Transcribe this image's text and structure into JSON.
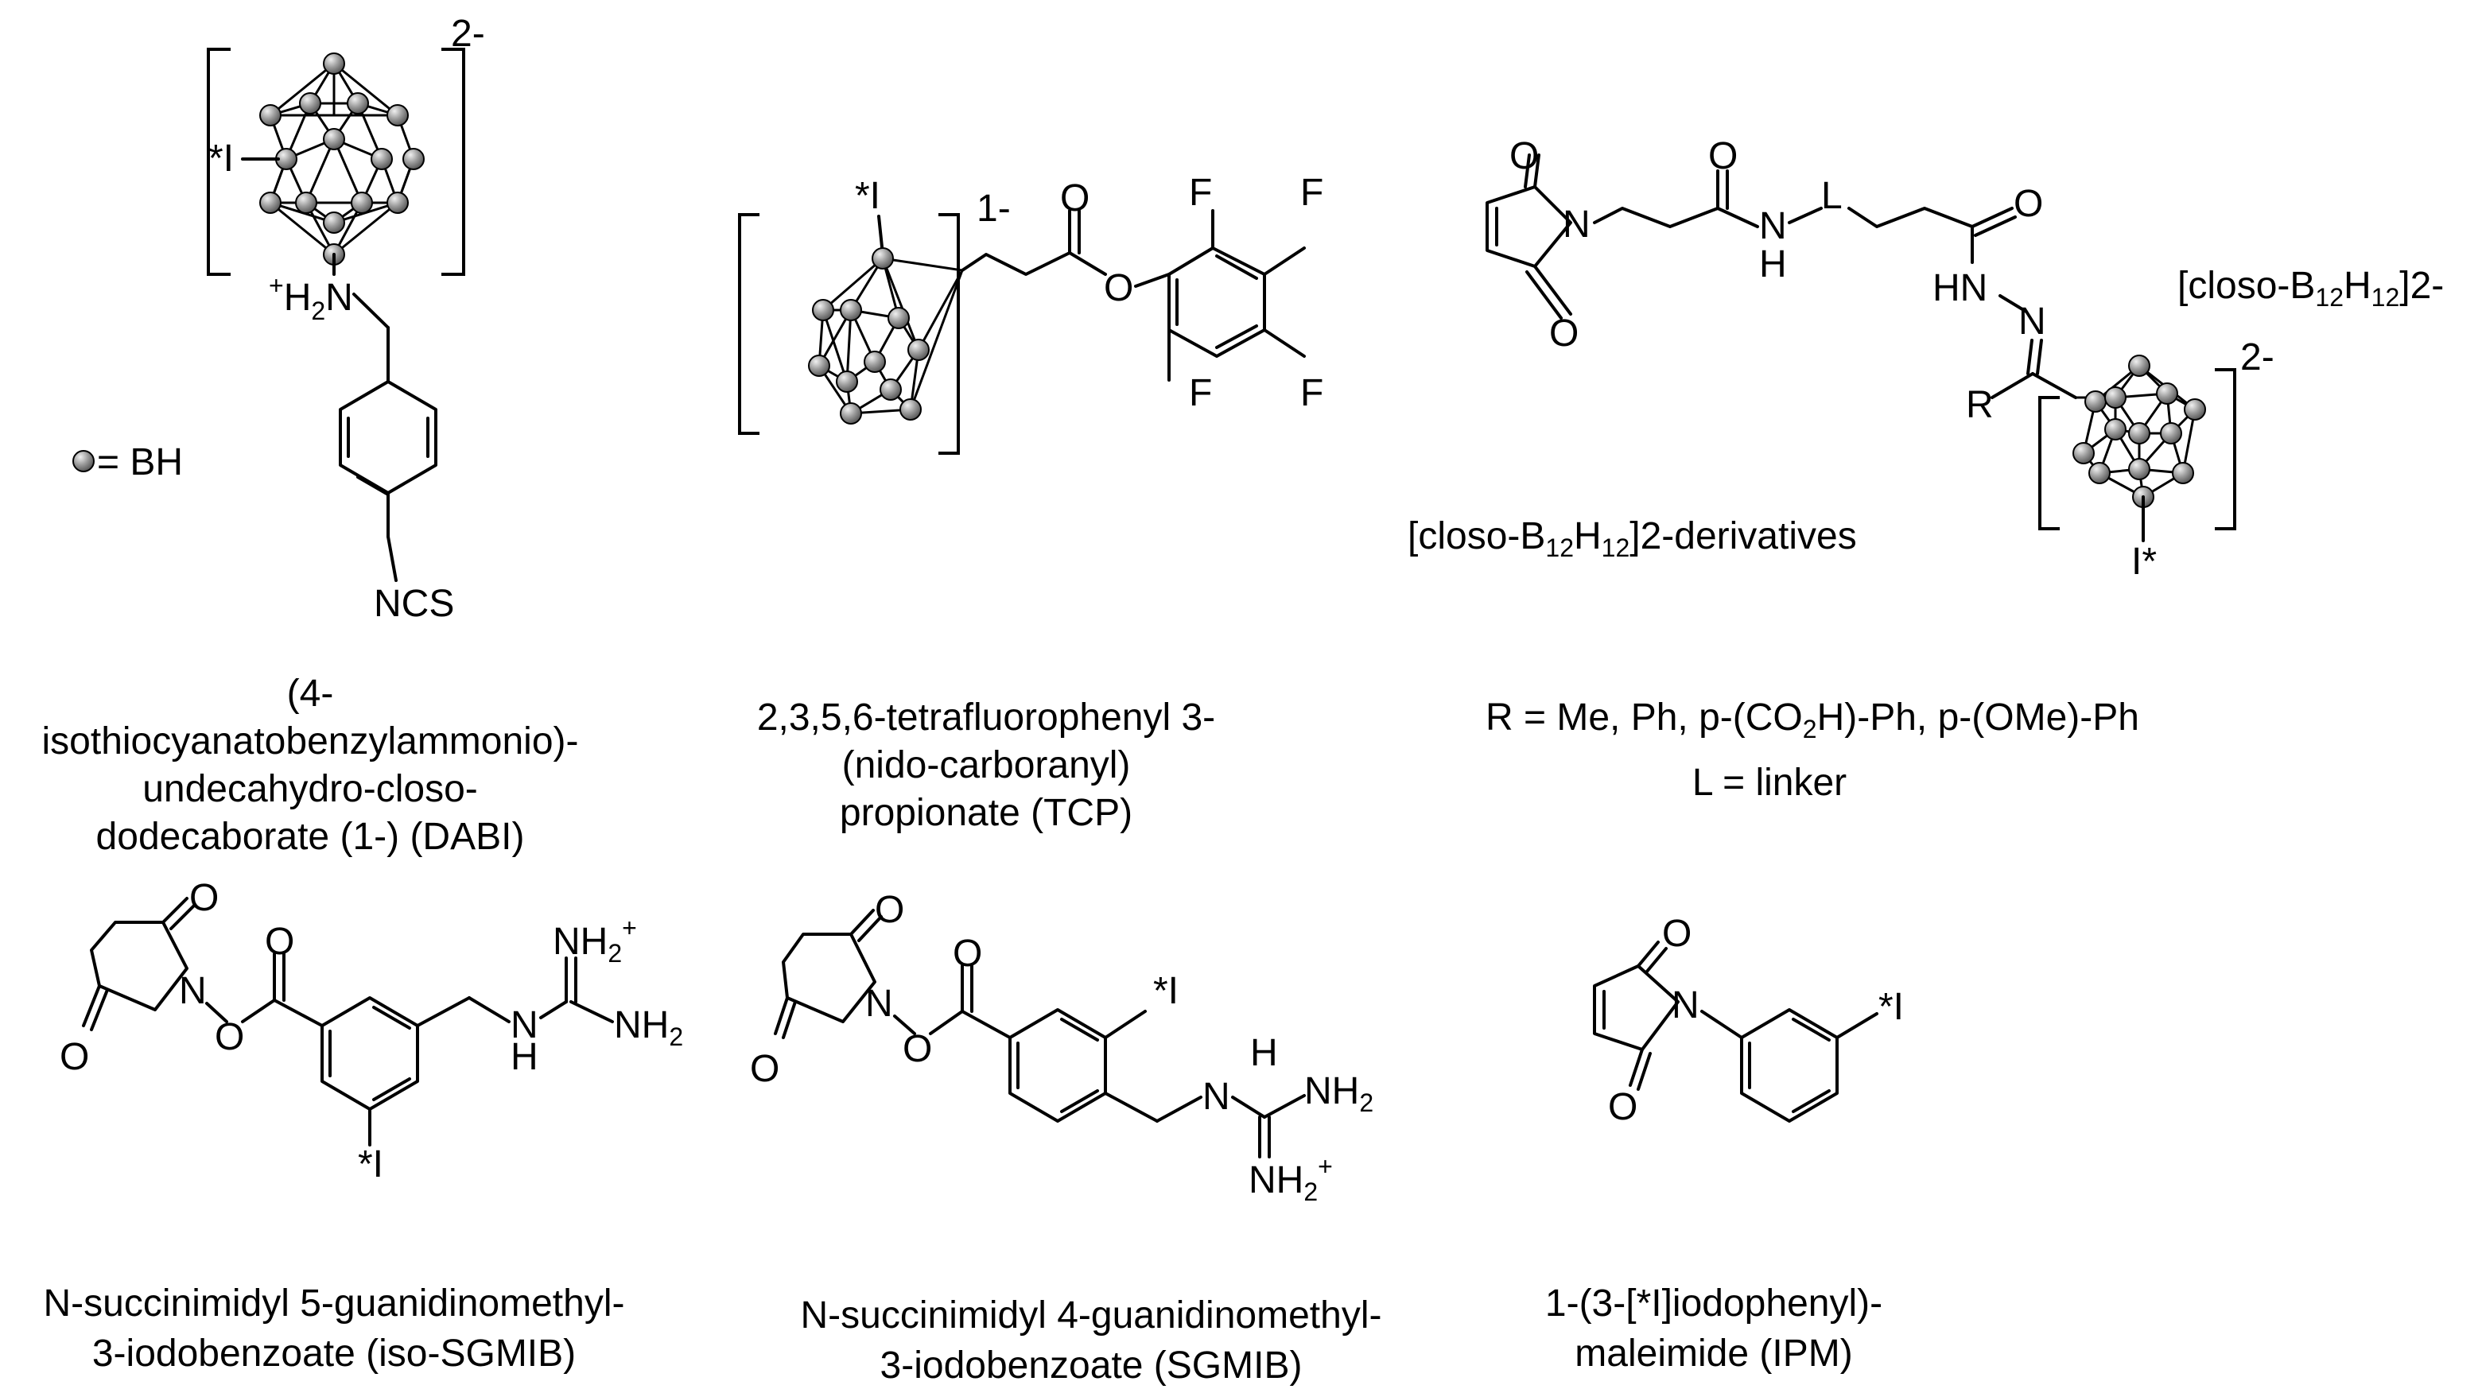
{
  "legend": {
    "ball_symbol": "ball-icon",
    "text": " = BH"
  },
  "dabi": {
    "charge": "2-",
    "iodine": "*I",
    "ammonium": "+H2N",
    "ammonium_sup": "+",
    "ammonium_main": "H",
    "ammonium_sub": "2",
    "ammonium_tail": "N",
    "ncs": "NCS",
    "caption": [
      "(4-",
      "isothiocyanatobenzylammonio)-",
      "undecahydro-closo-",
      "dodecaborate (1-) (DABI)"
    ]
  },
  "tcp": {
    "charge": "1-",
    "iodine": "*I",
    "o_carbonyl": "O",
    "o_ester": "O",
    "f1": "F",
    "f2": "F",
    "f3": "F",
    "f4": "F",
    "caption": [
      "2,3,5,6-tetrafluorophenyl 3-",
      "(nido-carboranyl)",
      "propionate (TCP)"
    ]
  },
  "closo": {
    "o_top": "O",
    "o_bottom": "O",
    "n_ring": "N",
    "o_amide": "O",
    "nh": "N",
    "nh_h": "H",
    "linker": "L",
    "o_hydrazone": "O",
    "hn": "HN",
    "n_imine": "N",
    "r": "R",
    "charge": "2-",
    "iodine": "I*",
    "formula_a": "[closo-B",
    "formula_sub1": "12",
    "formula_b": "H",
    "formula_sub2": "12",
    "formula_c": "]2-",
    "deriv_a": "[closo-B",
    "deriv_sub1": "12",
    "deriv_b": "H",
    "deriv_sub2": "12",
    "deriv_c": "]2-derivatives",
    "r_line_a": "R = Me, Ph, p-(CO",
    "r_line_sub": "2",
    "r_line_b": "H)-Ph, p-(OMe)-Ph",
    "l_line": "L = linker"
  },
  "iso_sgmib": {
    "o1": "O",
    "o2": "O",
    "n": "N",
    "o_link": "O",
    "o_carbonyl": "O",
    "nh2_plus": "NH",
    "nh2_plus_sub": "2",
    "nh2_plus_sup": "+",
    "nh2": "NH",
    "nh2_sub": "2",
    "n_amine": "N",
    "n_amine_h": "H",
    "iodine": "*I",
    "caption": [
      "N-succinimidyl 5-guanidinomethyl-",
      "3-iodobenzoate (iso-SGMIB)"
    ]
  },
  "sgmib": {
    "o1": "O",
    "o2": "O",
    "n": "N",
    "o_link": "O",
    "o_carbonyl": "O",
    "iodine": "*I",
    "n_amine": "N",
    "n_amine_h": "H",
    "nh2": "NH",
    "nh2_sub": "2",
    "nh2_plus": "NH",
    "nh2_plus_sub": "2",
    "nh2_plus_sup": "+",
    "caption": [
      "N-succinimidyl 4-guanidinomethyl-",
      "3-iodobenzoate (SGMIB)"
    ]
  },
  "ipm": {
    "o1": "O",
    "o2": "O",
    "n": "N",
    "iodine": "*I",
    "caption": [
      "1-(3-[*I]iodophenyl)-",
      "maleimide (IPM)"
    ]
  },
  "colors": {
    "ball_fill": "#9a9a9a",
    "ball_highlight": "#f0f0f0",
    "ink": "#000000"
  }
}
